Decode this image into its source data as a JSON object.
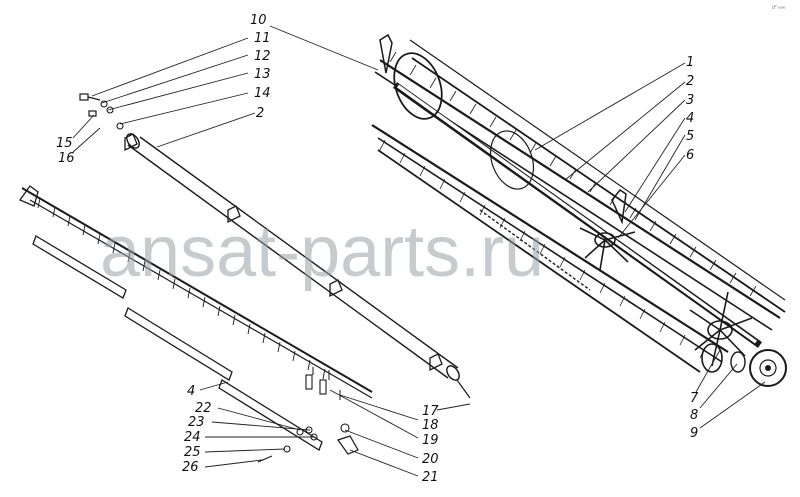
{
  "watermark": "ansat-parts.ru",
  "corner_mark": "d° ∞∞",
  "callouts": {
    "c1": "1",
    "c2": "2",
    "c3": "3",
    "c4": "4",
    "c5": "5",
    "c6": "6",
    "c7": "7",
    "c8": "8",
    "c9": "9",
    "c10": "10",
    "c11": "11",
    "c12": "12",
    "c13": "13",
    "c14": "14",
    "c2b": "2",
    "c15": "15",
    "c16": "16",
    "c4b": "4",
    "c17": "17",
    "c18": "18",
    "c19": "19",
    "c20": "20",
    "c21": "21",
    "c22": "22",
    "c23": "23",
    "c24": "24",
    "c25": "25",
    "c26": "26"
  },
  "colors": {
    "ink": "#1a1a1a",
    "watermark": "#9aa0a6",
    "background": "#ffffff"
  }
}
